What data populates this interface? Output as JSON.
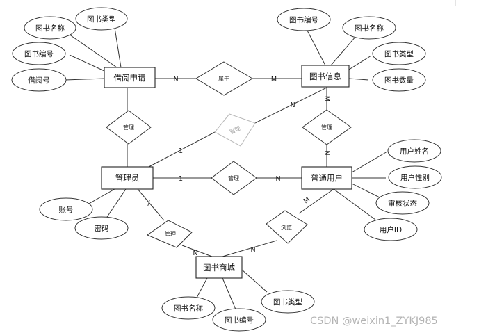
{
  "entities": {
    "borrow_request": "借阅申请",
    "book_info": "图书信息",
    "admin": "管理员",
    "normal_user": "普通用户",
    "book_mall": "图书商城"
  },
  "attributes": {
    "br_book_name": "图书名称",
    "br_book_type": "图书类型",
    "br_book_id": "图书编号",
    "br_borrow_no": "借阅号",
    "bi_book_id": "图书编号",
    "bi_book_name": "图书名称",
    "bi_book_type": "图书类型",
    "bi_book_count": "图书数量",
    "u_name": "用户姓名",
    "u_gender": "用户性别",
    "u_audit_status": "审核状态",
    "u_id": "用户ID",
    "a_account": "账号",
    "a_password": "密码",
    "m_book_name": "图书名称",
    "m_book_id": "图书编号",
    "m_book_type": "图书类型"
  },
  "relationships": {
    "belongs_to": "属于",
    "manage_br": "管理",
    "manage_bi_faded": "管理",
    "manage_bi": "管理",
    "manage_user": "管理",
    "manage_mall": "管理",
    "browse": "浏览"
  },
  "cardinalities": {
    "br_belongs": "N",
    "bi_belongs": "M",
    "bi_faded": "N",
    "admin_faded": "1",
    "bi_manage": "M",
    "user_manage_top": "N",
    "admin_user": "1",
    "user_admin": "N",
    "admin_mall": "/",
    "mall_admin": "N",
    "mall_browse": "N",
    "user_browse": "M"
  },
  "watermark": "CSDN @weixin1_ZYKJ985"
}
